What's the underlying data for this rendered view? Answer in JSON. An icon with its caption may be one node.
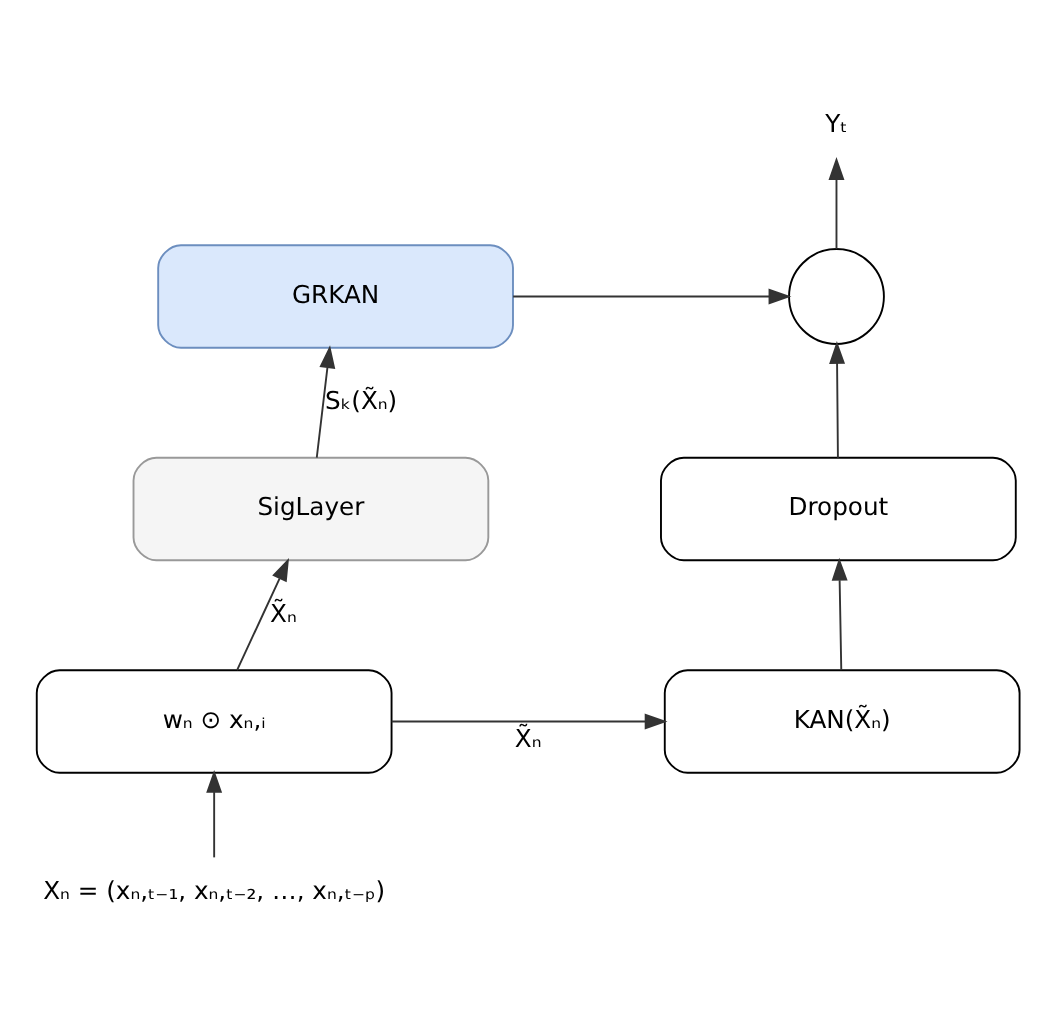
{
  "diagram": {
    "nodes": [
      {
        "text": [
          "Yₜ"
        ]
      },
      {
        "text": [
          "GRKAN"
        ]
      },
      {
        "text": [],
        "shape": "circle"
      },
      {
        "text": [
          "SigLayer"
        ]
      },
      {
        "text": [
          "Dropout"
        ]
      },
      {
        "text": [
          "wₙ ⊙ xₙ,ᵢ"
        ]
      },
      {
        "text": [
          "KAN(X̃ₙ)"
        ]
      },
      {
        "text": [
          "Xₙ = (xₙ,ₜ₋₁, xₙ,ₜ₋₂, …, xₙ,ₜ₋ₚ)"
        ]
      }
    ],
    "edges": [
      {
        "from": 7,
        "to": 5,
        "arrow": "to"
      },
      {
        "from": 5,
        "to": 3,
        "arrow": "to",
        "label": "X̃ₙ"
      },
      {
        "from": 3,
        "to": 1,
        "arrow": "to",
        "label": "Sₖ(X̃ₙ)"
      },
      {
        "from": 1,
        "to": 2,
        "arrow": "to"
      },
      {
        "from": 5,
        "to": 6,
        "arrow": "to",
        "label": "X̃ₙ"
      },
      {
        "from": 6,
        "to": 4,
        "arrow": "to"
      },
      {
        "from": 4,
        "to": 2,
        "arrow": "to"
      },
      {
        "from": 2,
        "to": 0,
        "arrow": "to"
      }
    ]
  }
}
